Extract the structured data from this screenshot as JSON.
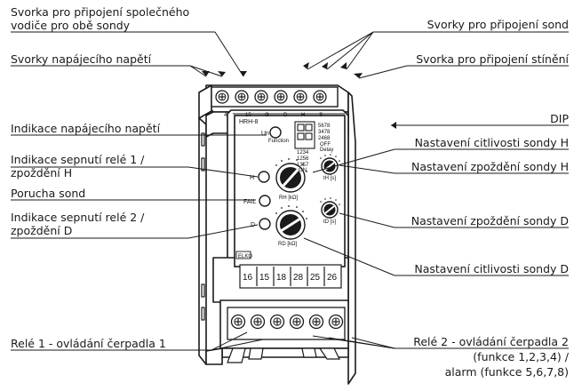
{
  "labels": {
    "common_wire_terminals": "Svorka pro připojení společného vodiče pro obě sondy",
    "supply_terminals": "Svorky napájecího napětí",
    "probe_terminals": "Svorky pro připojení sond",
    "shield_terminal": "Svorka pro připojení stínění",
    "supply_indicator": "Indikace napájecího napětí",
    "relay1_indicator": "Indikace sepnutí relé 1 / zpoždění H",
    "probe_fault": "Porucha sond",
    "relay2_indicator": "Indikace sepnutí relé 2 / zpoždění D",
    "dip": "DIP",
    "sens_h": "Nastavení citlivosti sondy H",
    "delay_h": "Nastavení zpoždění sondy H",
    "delay_d": "Nastavení zpoždění sondy D",
    "sens_d": "Nastavení citlivosti sondy D",
    "relay1_pump": "Relé 1 - ovládání čerpadla 1",
    "relay2_pump_line1": "Relé 2 - ovládání čerpadla 2",
    "relay2_pump_line2": "(funkce 1,2,3,4) /",
    "relay2_pump_line3": "alarm (funkce 5,6,7,8)"
  },
  "device": {
    "model": "HRH-8",
    "supply_mark": "Un",
    "function_label": "Function",
    "dip_rows_left": [
      "1234",
      "1256",
      "1357"
    ],
    "dip_rows_right": [
      "5678",
      "3478",
      "2468"
    ],
    "dip_on": "ON",
    "dip_off": "OFF",
    "dip_delay": "Delay",
    "led_h": "H",
    "led_fail": "FAIL",
    "led_d": "D",
    "knob_sens_h_unit": "RH [kΩ]",
    "knob_sens_d_unit": "RD [kΩ]",
    "knob_delay_h_unit": "tH [s]",
    "knob_delay_d_unit": "tD [s]",
    "brand": "ELKO",
    "top_terminal_marks": [
      "4",
      "15",
      "G",
      "D",
      "H",
      "S"
    ],
    "bottom_terminals": [
      "16",
      "15",
      "18",
      "28",
      "25",
      "26"
    ]
  }
}
